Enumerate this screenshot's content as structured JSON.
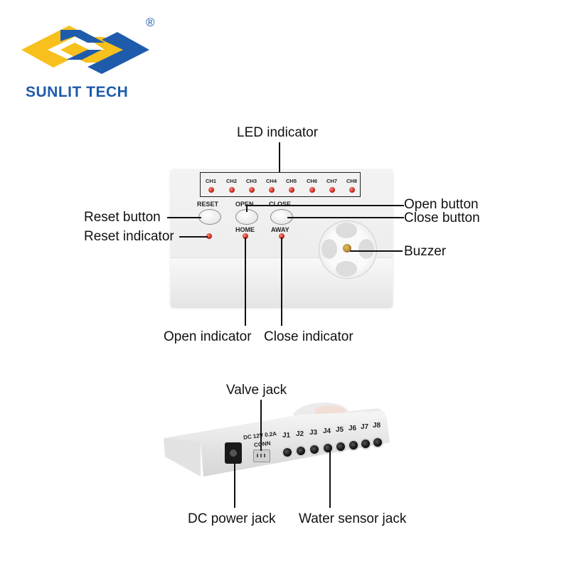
{
  "brand": {
    "name": "SUNLIT TECH",
    "registered_mark": "®",
    "logo_colors": [
      "#f7c01c",
      "#1e5bab"
    ]
  },
  "panel": {
    "channels": [
      "CH1",
      "CH2",
      "CH3",
      "CH4",
      "CH5",
      "CH6",
      "CH7",
      "CH8"
    ],
    "buttons": {
      "reset": "RESET",
      "open": "OPEN",
      "close": "CLOSE"
    },
    "modes": {
      "home": "HOME",
      "away": "AWAY"
    },
    "led_color": "#c2281b"
  },
  "callouts": {
    "led_indicator": "LED indicator",
    "open_button": "Open button",
    "reset_button": "Reset button",
    "close_button": "Close button",
    "reset_indicator": "Reset indicator",
    "buzzer": "Buzzer",
    "open_indicator": "Open indicator",
    "close_indicator": "Close indicator",
    "valve_jack": "Valve jack",
    "dc_power_jack": "DC power jack",
    "water_sensor_jack": "Water sensor jack"
  },
  "side": {
    "dc_label": "DC 12V 0.2A",
    "conn_label": "CONN",
    "jacks": [
      "J1",
      "J2",
      "J3",
      "J4",
      "J5",
      "J6",
      "J7",
      "J8"
    ]
  }
}
